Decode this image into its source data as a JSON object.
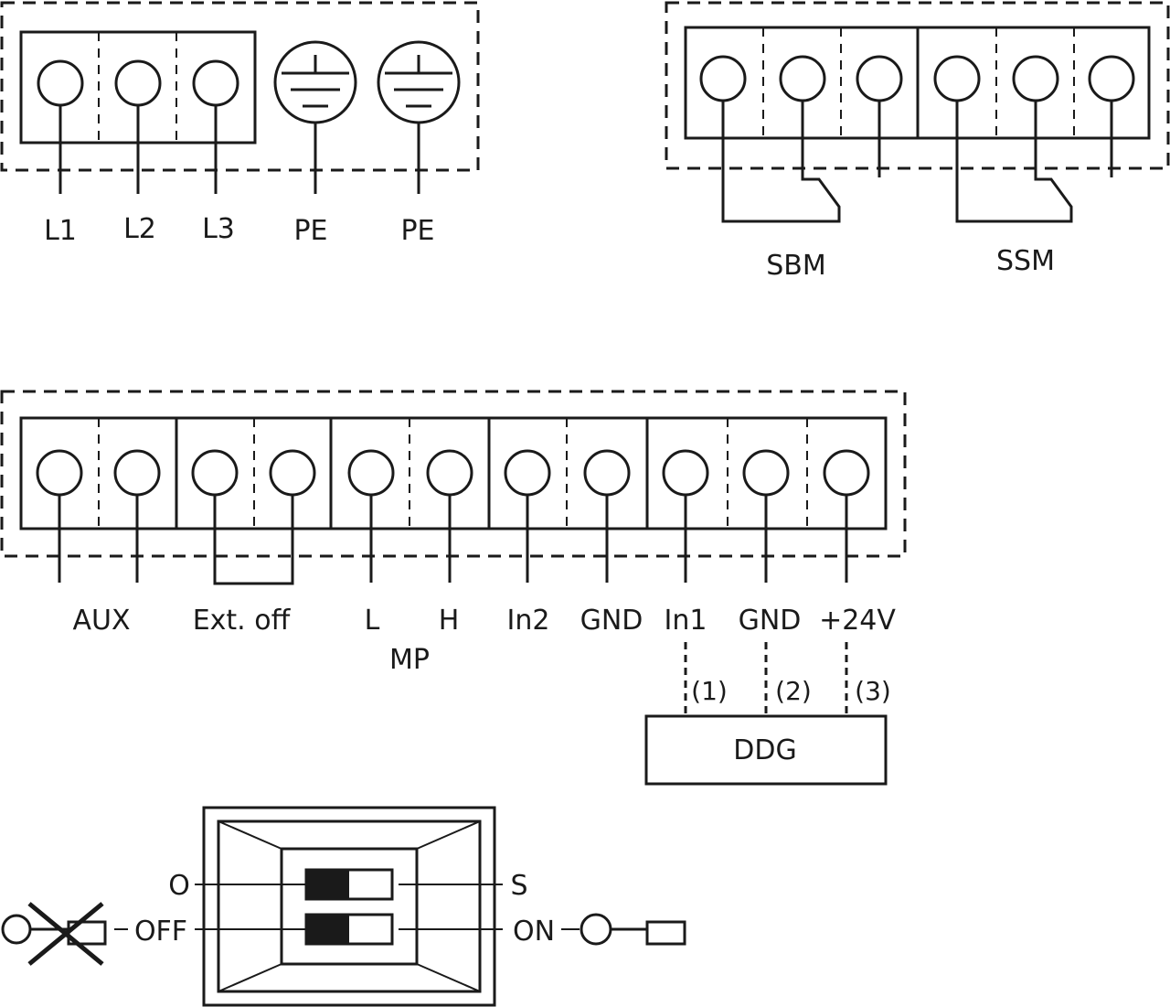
{
  "power_block": {
    "labels": [
      "L1",
      "L2",
      "L3",
      "PE",
      "PE"
    ]
  },
  "relay_block": {
    "labels": [
      "SBM",
      "SSM"
    ]
  },
  "control_block": {
    "labels": [
      "AUX",
      "Ext. off",
      "L",
      "H",
      "MP",
      "In2",
      "GND",
      "In1",
      "GND",
      "+24V"
    ]
  },
  "sensor": {
    "name": "DDG",
    "pins": [
      "(1)",
      "(2)",
      "(3)"
    ]
  },
  "dip_switch": {
    "left_labels": [
      "O",
      "OFF"
    ],
    "right_labels": [
      "S",
      "ON"
    ]
  },
  "colors": {
    "ink": "#1a1a1a",
    "switch_fill": "#1a1a1a",
    "background": "#ffffff"
  }
}
